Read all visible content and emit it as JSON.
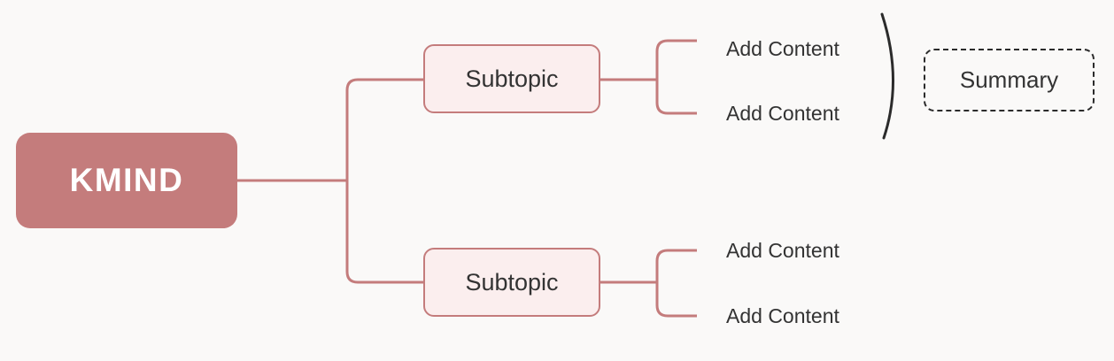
{
  "diagram": {
    "type": "mind-map",
    "title": "KMIND",
    "background_color": "#faf9f8",
    "accent_color": "#c47c7c",
    "node_fill_color": "#fbeeee",
    "text_color": "#333333",
    "summary_border_color": "#2b2b2b"
  },
  "root": {
    "label": "KMIND"
  },
  "branches": [
    {
      "label": "Subtopic",
      "leaves": [
        {
          "label": "Add Content"
        },
        {
          "label": "Add Content"
        }
      ]
    },
    {
      "label": "Subtopic",
      "leaves": [
        {
          "label": "Add Content"
        },
        {
          "label": "Add Content"
        }
      ]
    }
  ],
  "summary": {
    "label": "Summary"
  }
}
